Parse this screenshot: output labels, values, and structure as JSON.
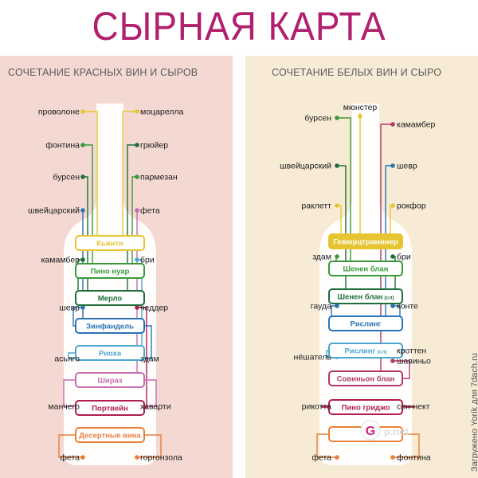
{
  "title": "СЫРНАЯ КАРТА",
  "red": {
    "heading": "СОЧЕТАНИЕ КРАСНЫХ ВИН И СЫРОВ",
    "cheeses_left": [
      "проволоне",
      "фонтина",
      "бурсен",
      "швейцарский",
      "камамбер",
      "шевр",
      "асьяго",
      "манчего",
      "фета"
    ],
    "cheeses_right": [
      "моцарелла",
      "грюйер",
      "пармезан",
      "фета",
      "бри",
      "чеддер",
      "здам",
      "хаварти",
      "горгонзола"
    ],
    "wines": [
      {
        "name": "Кьянти",
        "color": "#e6c531",
        "filled": false
      },
      {
        "name": "Пино нуар",
        "color": "#3a9a3a",
        "filled": false
      },
      {
        "name": "Мерло",
        "color": "#1f6e3a",
        "filled": false
      },
      {
        "name": "Зинфандель",
        "color": "#2a73b5",
        "filled": false
      },
      {
        "name": "Риоха",
        "color": "#4ba7cf",
        "filled": false
      },
      {
        "name": "Шираз",
        "color": "#c86cae",
        "filled": false
      },
      {
        "name": "Портвейн",
        "color": "#b01e4a",
        "filled": false
      },
      {
        "name": "Десертные вина",
        "color": "#e8803a",
        "filled": false
      }
    ]
  },
  "white": {
    "heading": "СОЧЕТАНИЕ БЕЛЫХ ВИН И СЫРО",
    "cheese_top": "мюнстер",
    "cheeses_left": [
      "бурсен",
      "швейцарский",
      "раклетт",
      "здам",
      "гауда",
      "нёшатель",
      "рикотта",
      "фета"
    ],
    "cheeses_right": [
      "камамбер",
      "шевр",
      "рокфор",
      "бри",
      "конте",
      "кроттен",
      "шавиньо",
      "сен-нект",
      "фонтина"
    ],
    "wines": [
      {
        "name": "Гевюрцтраминер",
        "color": "#e6c531",
        "filled": true
      },
      {
        "name": "Шенен блан",
        "color": "#3a9a3a",
        "filled": false
      },
      {
        "name": "Шенен блан",
        "sub": "(сл)",
        "color": "#1f6e3a",
        "filled": false
      },
      {
        "name": "Рислинг",
        "color": "#2a73b5",
        "filled": false
      },
      {
        "name": "Рислинг",
        "sub": "(сл)",
        "color": "#4ba7cf",
        "filled": false
      },
      {
        "name": "Совиньон блан",
        "color": "#b03a6a",
        "filled": false
      },
      {
        "name": "Пино гриджо",
        "color": "#b01e4a",
        "filled": false
      },
      {
        "name": "",
        "color": "#e8803a",
        "filled": false
      }
    ]
  },
  "logo_letter": "G",
  "site_fragment": "p.net",
  "watermark": "Загружено Yorik для 7dach.ru"
}
